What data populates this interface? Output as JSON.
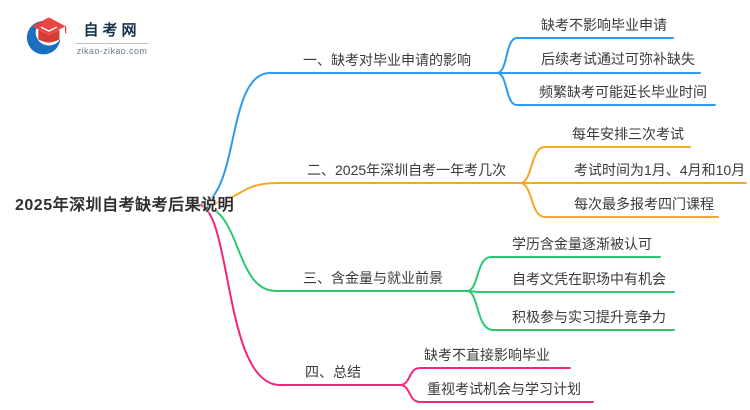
{
  "logo": {
    "title": "自考网",
    "domain": "zikao-zikao.com",
    "colors": {
      "swoosh": "#1a6fc0",
      "cap_top": "#e64540",
      "cap_front": "#d63b36",
      "title": "#16324f"
    }
  },
  "center": {
    "title": "2025年深圳自考缺考后果说明"
  },
  "branches": [
    {
      "label": "一、缺考对毕业申请的影响",
      "color": "#2e9af0",
      "children": [
        "缺考不影响毕业申请",
        "后续考试通过可弥补缺失",
        "频繁缺考可能延长毕业时间"
      ]
    },
    {
      "label": "二、2025年深圳自考一年考几次",
      "color": "#f7a823",
      "children": [
        "每年安排三次考试",
        "考试时间为1月、4月和10月",
        "每次最多报考四门课程"
      ]
    },
    {
      "label": "三、含金量与就业前景",
      "color": "#2cc871",
      "children": [
        "学历含金量逐渐被认可",
        "自考文凭在职场中有机会",
        "积极参与实习提升竞争力"
      ]
    },
    {
      "label": "四、总结",
      "color": "#f1267d",
      "children": [
        "缺考不直接影响毕业",
        "重视考试机会与学习计划"
      ]
    }
  ]
}
